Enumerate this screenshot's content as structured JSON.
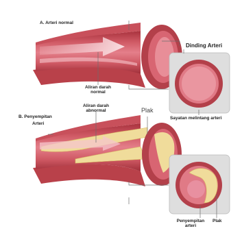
{
  "colors": {
    "artery_outer": "#b9414a",
    "artery_lumen": "#e58993",
    "artery_highlight": "#f3c3c9",
    "plaque": "#f0dc9b",
    "panel": "#dcdcdc",
    "leader": "#6d6d6d"
  },
  "labels": {
    "section_a": "A. Arteri normal",
    "section_b_line1": "B. Penyempitan",
    "section_b_line2": "Arteri",
    "artery_wall": "Dinding Arteri",
    "normal_flow_line1": "Aliran darah",
    "normal_flow_line2": "normal",
    "abnormal_flow_line1": "Aliran darah",
    "abnormal_flow_line2": "abnormal",
    "plaque_top": "Plak",
    "cross_section": "Sayatan melintang arteri",
    "narrowing_line1": "Penyempitan",
    "narrowing_line2": "arteri",
    "plaque_bottom": "Plak"
  }
}
